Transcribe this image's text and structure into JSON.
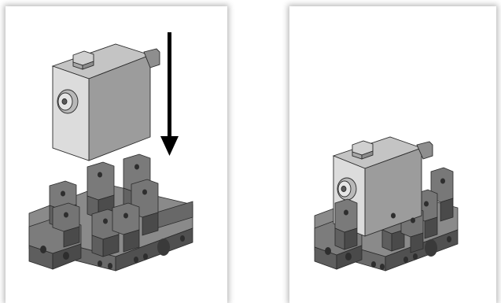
{
  "illustration": {
    "step_left": {
      "parts": [
        "servo-motor",
        "bracket-base"
      ],
      "action": "insert-downward",
      "arrow_icon": "arrow-down-icon"
    },
    "step_right": {
      "parts": [
        "servo-motor-mounted",
        "bracket-base"
      ]
    }
  },
  "colors": {
    "panel_background": "#ffffff",
    "servo_front": "#dcdcdc",
    "servo_top": "#c4c4c4",
    "servo_side": "#9c9c9c",
    "bracket_light": "#8a8a8a",
    "bracket_mid": "#6e6e6e",
    "bracket_dark": "#4e4e4e",
    "arrow": "#000000",
    "outline": "#2a2a2a"
  }
}
